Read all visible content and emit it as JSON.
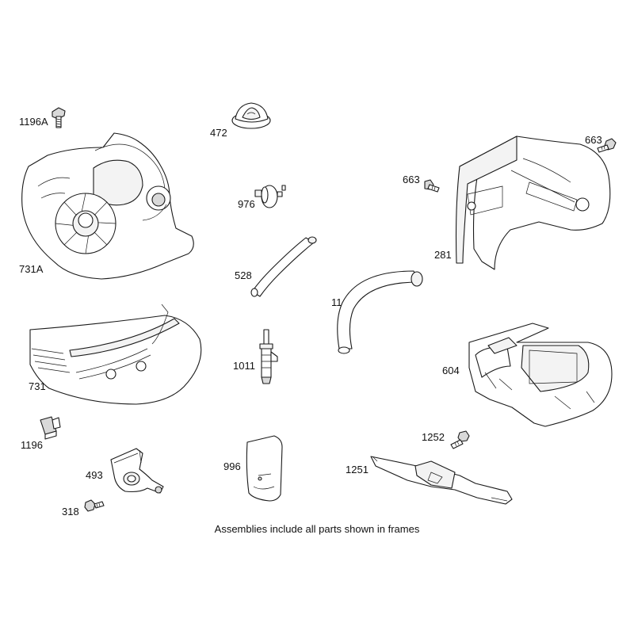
{
  "parts": {
    "p1196a": "1196A",
    "p472": "472",
    "p663a": "663",
    "p663b": "663",
    "p731a": "731A",
    "p976": "976",
    "p281": "281",
    "p528": "528",
    "p11": "11",
    "p731": "731",
    "p1011": "1011",
    "p604": "604",
    "p1196": "1196",
    "p1252": "1252",
    "p493": "493",
    "p996": "996",
    "p1251": "1251",
    "p318": "318"
  },
  "caption": "Assemblies include all parts shown in frames"
}
